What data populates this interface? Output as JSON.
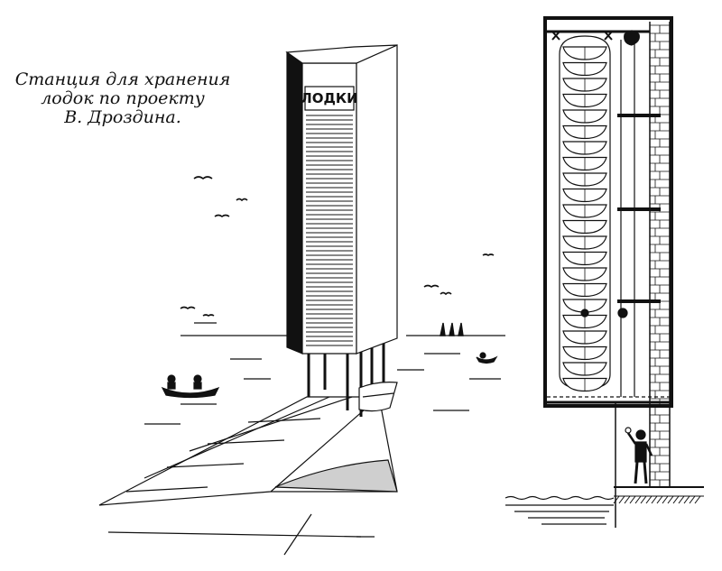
{
  "caption": {
    "line1": "Станция для хранения",
    "line2": "лодок по проекту",
    "line3": "В. Дроздина."
  },
  "tower": {
    "sign": "ЛОДКИ"
  },
  "colors": {
    "ink": "#111111",
    "paper": "#ffffff"
  }
}
